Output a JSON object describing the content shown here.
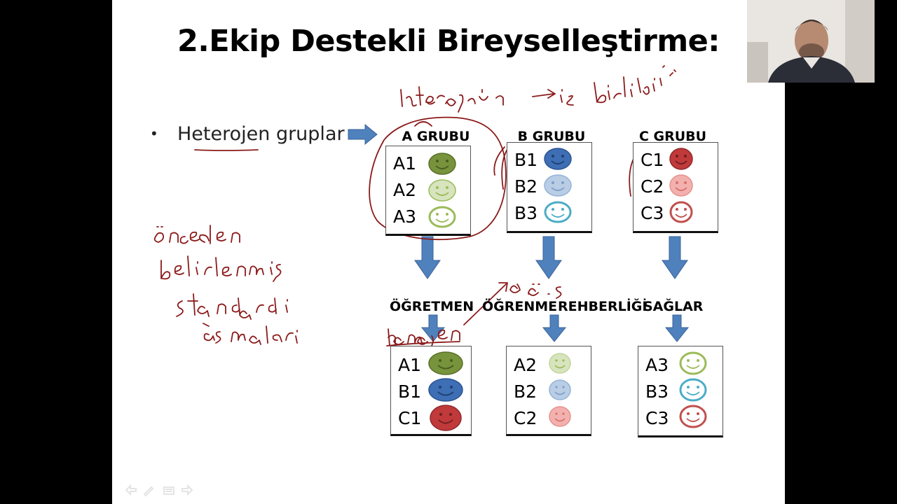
{
  "slide": {
    "title": "2.Ekip Destekli Bireyselleştirme:",
    "bullet": "Heterojen gruplar",
    "groups": [
      {
        "label": "A GRUBU",
        "rows": [
          {
            "id": "A1",
            "icon": "green-smiley-icon"
          },
          {
            "id": "A2",
            "icon": "light-green-smiley-icon"
          },
          {
            "id": "A3",
            "icon": "outline-green-smiley-icon"
          }
        ]
      },
      {
        "label": "B GRUBU",
        "rows": [
          {
            "id": "B1",
            "icon": "blue-smiley-icon"
          },
          {
            "id": "B2",
            "icon": "light-blue-smiley-icon"
          },
          {
            "id": "B3",
            "icon": "outline-blue-smiley-icon"
          }
        ]
      },
      {
        "label": "C GRUBU",
        "rows": [
          {
            "id": "C1",
            "icon": "red-smiley-icon"
          },
          {
            "id": "C2",
            "icon": "pink-smiley-icon"
          },
          {
            "id": "C3",
            "icon": "outline-red-smiley-icon"
          }
        ]
      }
    ],
    "middle_text": [
      "ÖĞRETMEN",
      "ÖĞRENME",
      "REHBERLİĞİ",
      "SAĞLAR"
    ],
    "bottom_groups": [
      {
        "rows": [
          {
            "id": "A1",
            "icon": "green-smiley-icon"
          },
          {
            "id": "B1",
            "icon": "blue-smiley-icon"
          },
          {
            "id": "C1",
            "icon": "red-smiley-icon"
          }
        ]
      },
      {
        "rows": [
          {
            "id": "A2",
            "icon": "light-green-smiley-icon"
          },
          {
            "id": "B2",
            "icon": "light-blue-smiley-icon"
          },
          {
            "id": "C2",
            "icon": "pink-smiley-icon"
          }
        ]
      },
      {
        "rows": [
          {
            "id": "A3",
            "icon": "outline-green-smiley-icon"
          },
          {
            "id": "B3",
            "icon": "outline-blue-smiley-icon"
          },
          {
            "id": "C3",
            "icon": "outline-red-smiley-icon"
          }
        ]
      }
    ],
    "colors": {
      "arrow": "#4f81bd",
      "ink": "#8b1a1a",
      "green": "#77933c",
      "light_green": "#d7e4bd",
      "outline_green": "#9bbb59",
      "blue": "#3e6eb4",
      "light_blue": "#b9cde5",
      "outline_blue": "#4bacc6",
      "red": "#c0393b",
      "pink": "#f2b1ae",
      "outline_red": "#c0504d"
    }
  },
  "webcam": {
    "icon": "presenter-webcam-icon"
  },
  "navigation": {
    "icons": [
      "prev-slide-icon",
      "pen-icon",
      "menu-icon",
      "next-slide-icon"
    ]
  }
}
